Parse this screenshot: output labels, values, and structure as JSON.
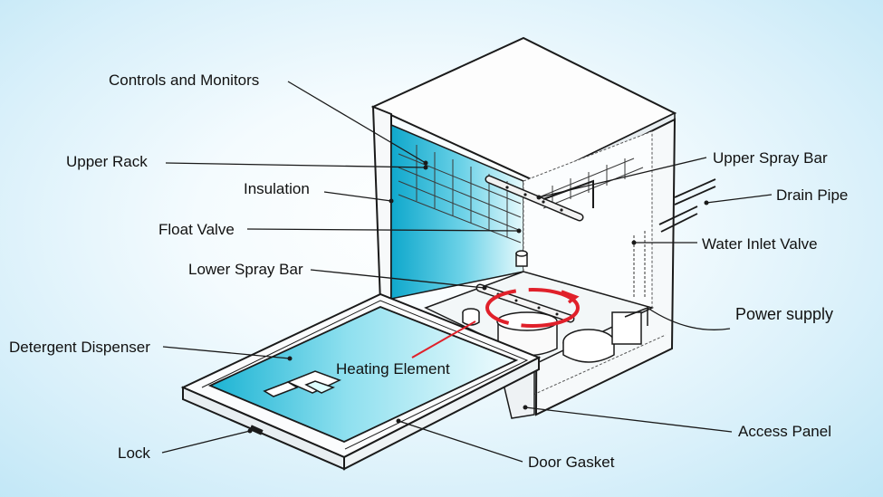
{
  "labels": {
    "controls": "Controls and Monitors",
    "upper_rack": "Upper Rack",
    "insulation": "Insulation",
    "float_valve": "Float Valve",
    "lower_spray_bar": "Lower Spray Bar",
    "detergent_dispenser": "Detergent Dispenser",
    "heating_element": "Heating Element",
    "lock": "Lock",
    "door_gasket": "Door Gasket",
    "upper_spray_bar": "Upper Spray Bar",
    "drain_pipe": "Drain Pipe",
    "water_inlet_valve": "Water Inlet Valve",
    "power_supply": "Power supply",
    "access_panel": "Access Panel"
  },
  "colors": {
    "outline": "#1a1a1a",
    "water_light": "#dff7fb",
    "water_dark": "#0aa5c8",
    "heating_ring": "#e0202a"
  }
}
